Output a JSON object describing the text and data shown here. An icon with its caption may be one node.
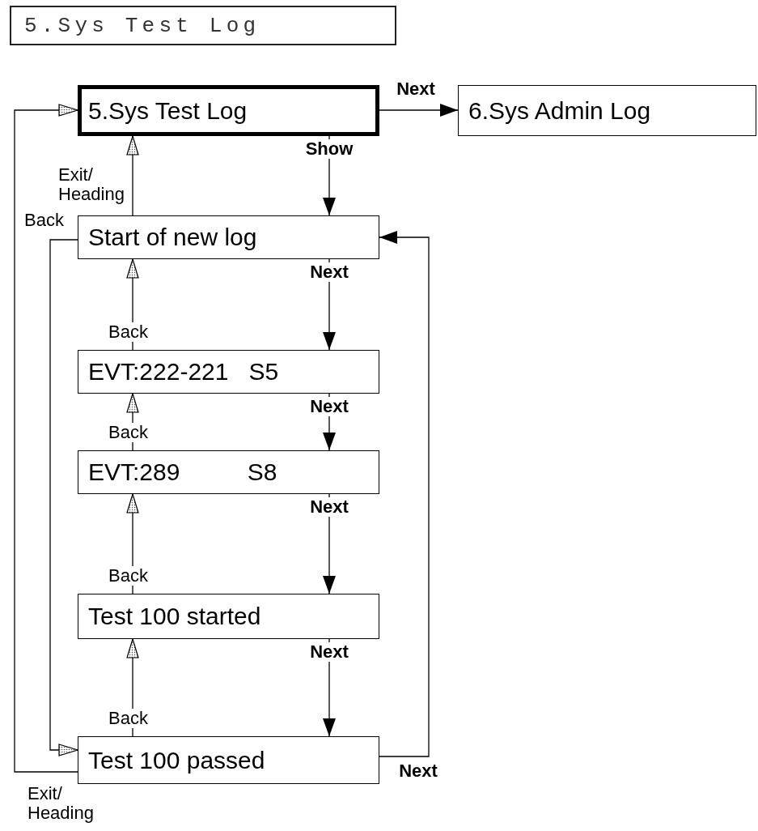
{
  "diagram": {
    "nodes": [
      {
        "text": [
          "5.Sys Test Log"
        ]
      },
      {
        "text": [
          "5.Sys Test Log"
        ]
      },
      {
        "text": [
          "6.Sys Admin Log"
        ]
      },
      {
        "text": [
          "Start of new log"
        ]
      },
      {
        "text": [
          "EVT:222-221   S5"
        ]
      },
      {
        "text": [
          "EVT:289          S8"
        ]
      },
      {
        "text": [
          "Test 100 started"
        ]
      },
      {
        "text": [
          "Test 100 passed"
        ]
      }
    ],
    "edges": [
      {
        "from": 1,
        "to": 2,
        "arrow": "to",
        "label": "Next"
      },
      {
        "from": 1,
        "to": 3,
        "arrow": "to",
        "label": "Show"
      },
      {
        "from": 3,
        "to": 1,
        "arrow": "to",
        "label": "Exit/ Heading"
      },
      {
        "from": 3,
        "to": 4,
        "arrow": "to",
        "label": "Next"
      },
      {
        "from": 4,
        "to": 3,
        "arrow": "to",
        "label": "Back"
      },
      {
        "from": 4,
        "to": 5,
        "arrow": "to",
        "label": "Next"
      },
      {
        "from": 5,
        "to": 4,
        "arrow": "to",
        "label": "Back"
      },
      {
        "from": 5,
        "to": 6,
        "arrow": "to",
        "label": "Next"
      },
      {
        "from": 6,
        "to": 5,
        "arrow": "to",
        "label": "Back"
      },
      {
        "from": 6,
        "to": 7,
        "arrow": "to",
        "label": "Next"
      },
      {
        "from": 7,
        "to": 6,
        "arrow": "to",
        "label": "Back"
      },
      {
        "from": 7,
        "to": 3,
        "arrow": "to",
        "label": "Next"
      },
      {
        "from": 3,
        "to": 7,
        "arrow": "to",
        "label": "Back"
      },
      {
        "from": 7,
        "to": 1,
        "arrow": "to",
        "label": "Exit/ Heading"
      }
    ]
  }
}
